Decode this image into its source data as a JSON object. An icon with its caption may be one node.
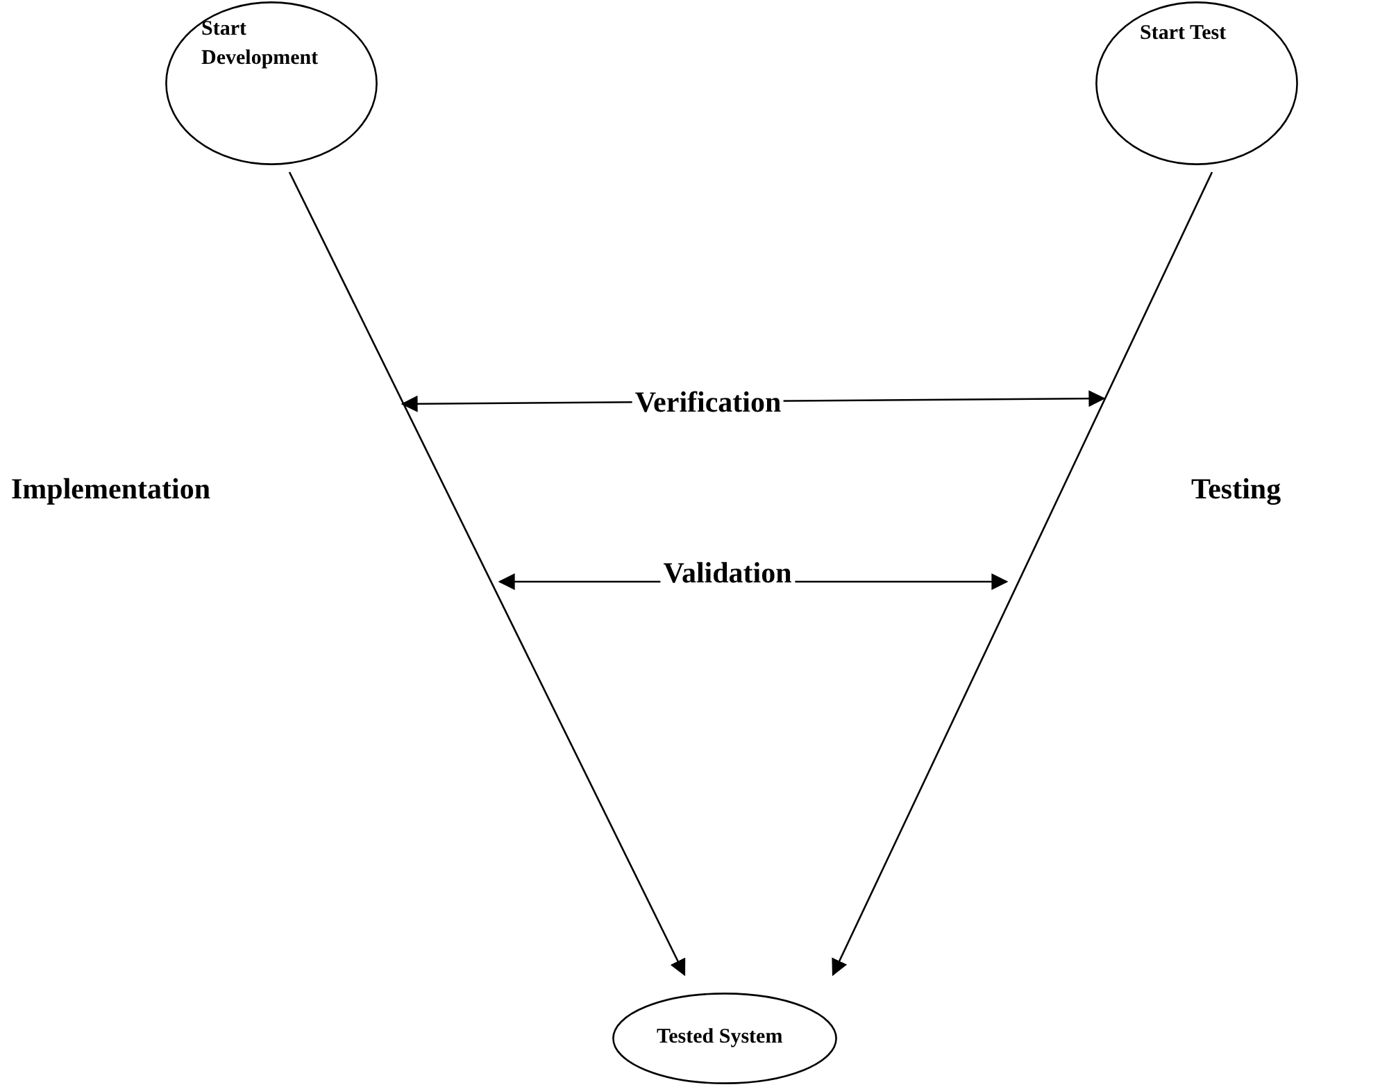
{
  "diagram": {
    "nodes": [
      {
        "text": [
          "Start Development"
        ]
      },
      {
        "text": [
          "Start Test"
        ]
      },
      {
        "text": [
          "Tested System"
        ]
      }
    ],
    "edges": [
      {
        "from": 0,
        "to": 2,
        "arrow": "to"
      },
      {
        "from": 1,
        "to": 2,
        "arrow": "to"
      }
    ],
    "labels": [
      "Verification",
      "Implementation",
      "Testing",
      "Validation"
    ]
  }
}
